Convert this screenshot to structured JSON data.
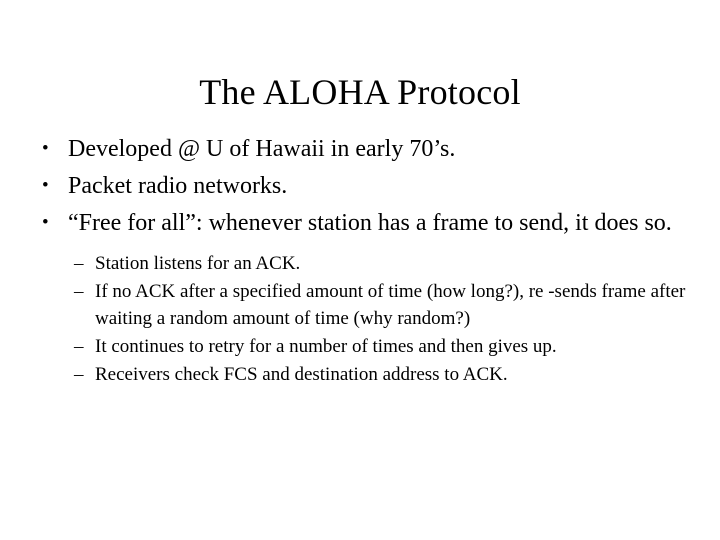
{
  "slide": {
    "background_color": "#ffffff",
    "text_color": "#000000",
    "title": "The ALOHA Protocol",
    "bullet_marker": "•",
    "sub_bullet_marker": "–",
    "bullets": [
      {
        "text": "Developed  @ U of Hawaii in early 70’s.",
        "sub_bullets": []
      },
      {
        "text": "Packet radio networks.",
        "sub_bullets": []
      },
      {
        "text": "“Free for all”: whenever station has a frame to send, it does so.",
        "sub_bullets": [
          "Station listens for an ACK.",
          "If no ACK after a specified amount of time (how long?), re -sends frame after waiting a random amount of time (why random?)",
          "It continues to retry for a number of times and then gives up.",
          "Receivers check FCS and destination address to ACK."
        ]
      }
    ]
  }
}
